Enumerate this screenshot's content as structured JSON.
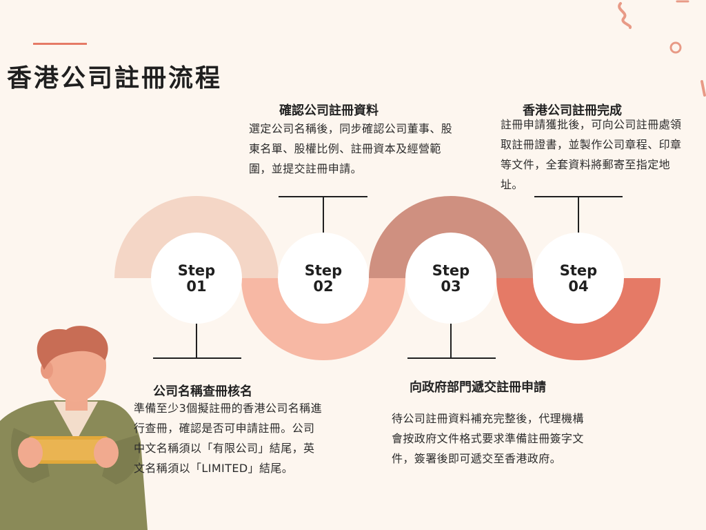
{
  "title": "香港公司註冊流程",
  "colors": {
    "background": "#fdf6ef",
    "step1_arc": "#f4d6c6",
    "step2_arc": "#f7b8a4",
    "step3_arc": "#cf9080",
    "step4_arc": "#e57a66",
    "accent": "#e57a66",
    "connector": "#1f1f1f",
    "circle": "#ffffff"
  },
  "steps": [
    {
      "label": "Step\n01",
      "heading": "公司名稱查冊核名",
      "body": "準備至少3個擬註冊的香港公司名稱進行查冊，確認是否可申請註冊。公司中文名稱須以「有限公司」結尾，英文名稱須以「LIMITED」結尾。"
    },
    {
      "label": "Step\n02",
      "heading": "確認公司註冊資料",
      "body": "選定公司名稱後，同步確認公司董事、股東名單、股權比例、註冊資本及經營範圍，並提交註冊申請。"
    },
    {
      "label": "Step\n03",
      "heading": "向政府部門遞交註冊申請",
      "body": "待公司註冊資料補充完整後，代理機構會按政府文件格式要求準備註冊簽字文件，簽署後即可遞交至香港政府。"
    },
    {
      "label": "Step\n04",
      "heading": "香港公司註冊完成",
      "body": "註冊申請獲批後，可向公司註冊處領取註冊證書，並製作公司章程、印章等文件，全套資料將郵寄至指定地址。"
    }
  ],
  "illustration": "person-holding-phone-illustration",
  "decorations": [
    "squiggle-decoration",
    "ring-decoration"
  ]
}
